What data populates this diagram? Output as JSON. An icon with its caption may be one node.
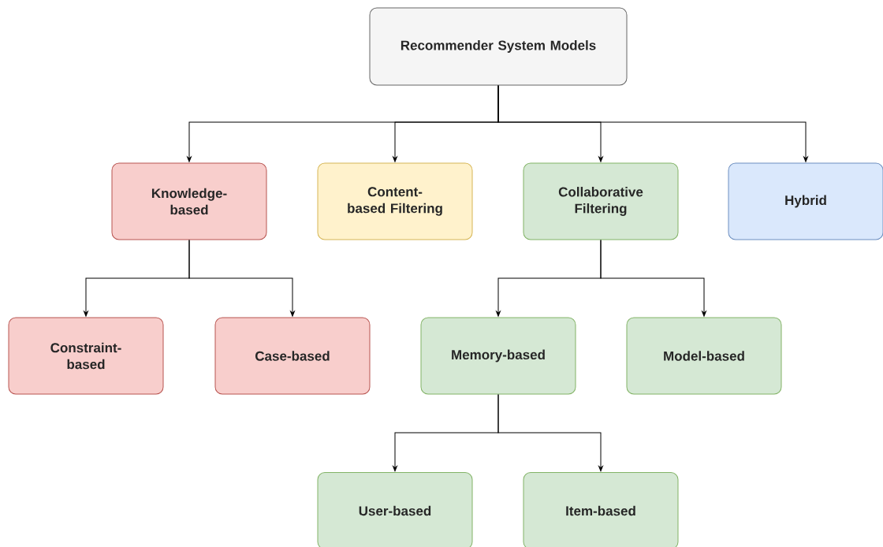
{
  "diagram": {
    "nodes": [
      {
        "text": [
          "Recommender System Models"
        ]
      },
      {
        "text": [
          "Knowledge-based"
        ]
      },
      {
        "text": [
          "Content-based Filtering"
        ]
      },
      {
        "text": [
          "Collaborative Filtering"
        ]
      },
      {
        "text": [
          "Hybrid"
        ]
      },
      {
        "text": [
          "Constraint-based"
        ]
      },
      {
        "text": [
          "Case-based"
        ]
      },
      {
        "text": [
          "Memory-based"
        ]
      },
      {
        "text": [
          "Model-based"
        ]
      },
      {
        "text": [
          "User-based"
        ]
      },
      {
        "text": [
          "Item-based"
        ]
      }
    ],
    "edges": [
      {
        "from": 0,
        "to": 1,
        "arrow": "to"
      },
      {
        "from": 0,
        "to": 2,
        "arrow": "to"
      },
      {
        "from": 0,
        "to": 3,
        "arrow": "to"
      },
      {
        "from": 0,
        "to": 4,
        "arrow": "to"
      },
      {
        "from": 1,
        "to": 5,
        "arrow": "to"
      },
      {
        "from": 1,
        "to": 6,
        "arrow": "to"
      },
      {
        "from": 3,
        "to": 7,
        "arrow": "to"
      },
      {
        "from": 3,
        "to": 8,
        "arrow": "to"
      },
      {
        "from": 7,
        "to": 9,
        "arrow": "to"
      },
      {
        "from": 7,
        "to": 10,
        "arrow": "to"
      }
    ]
  }
}
